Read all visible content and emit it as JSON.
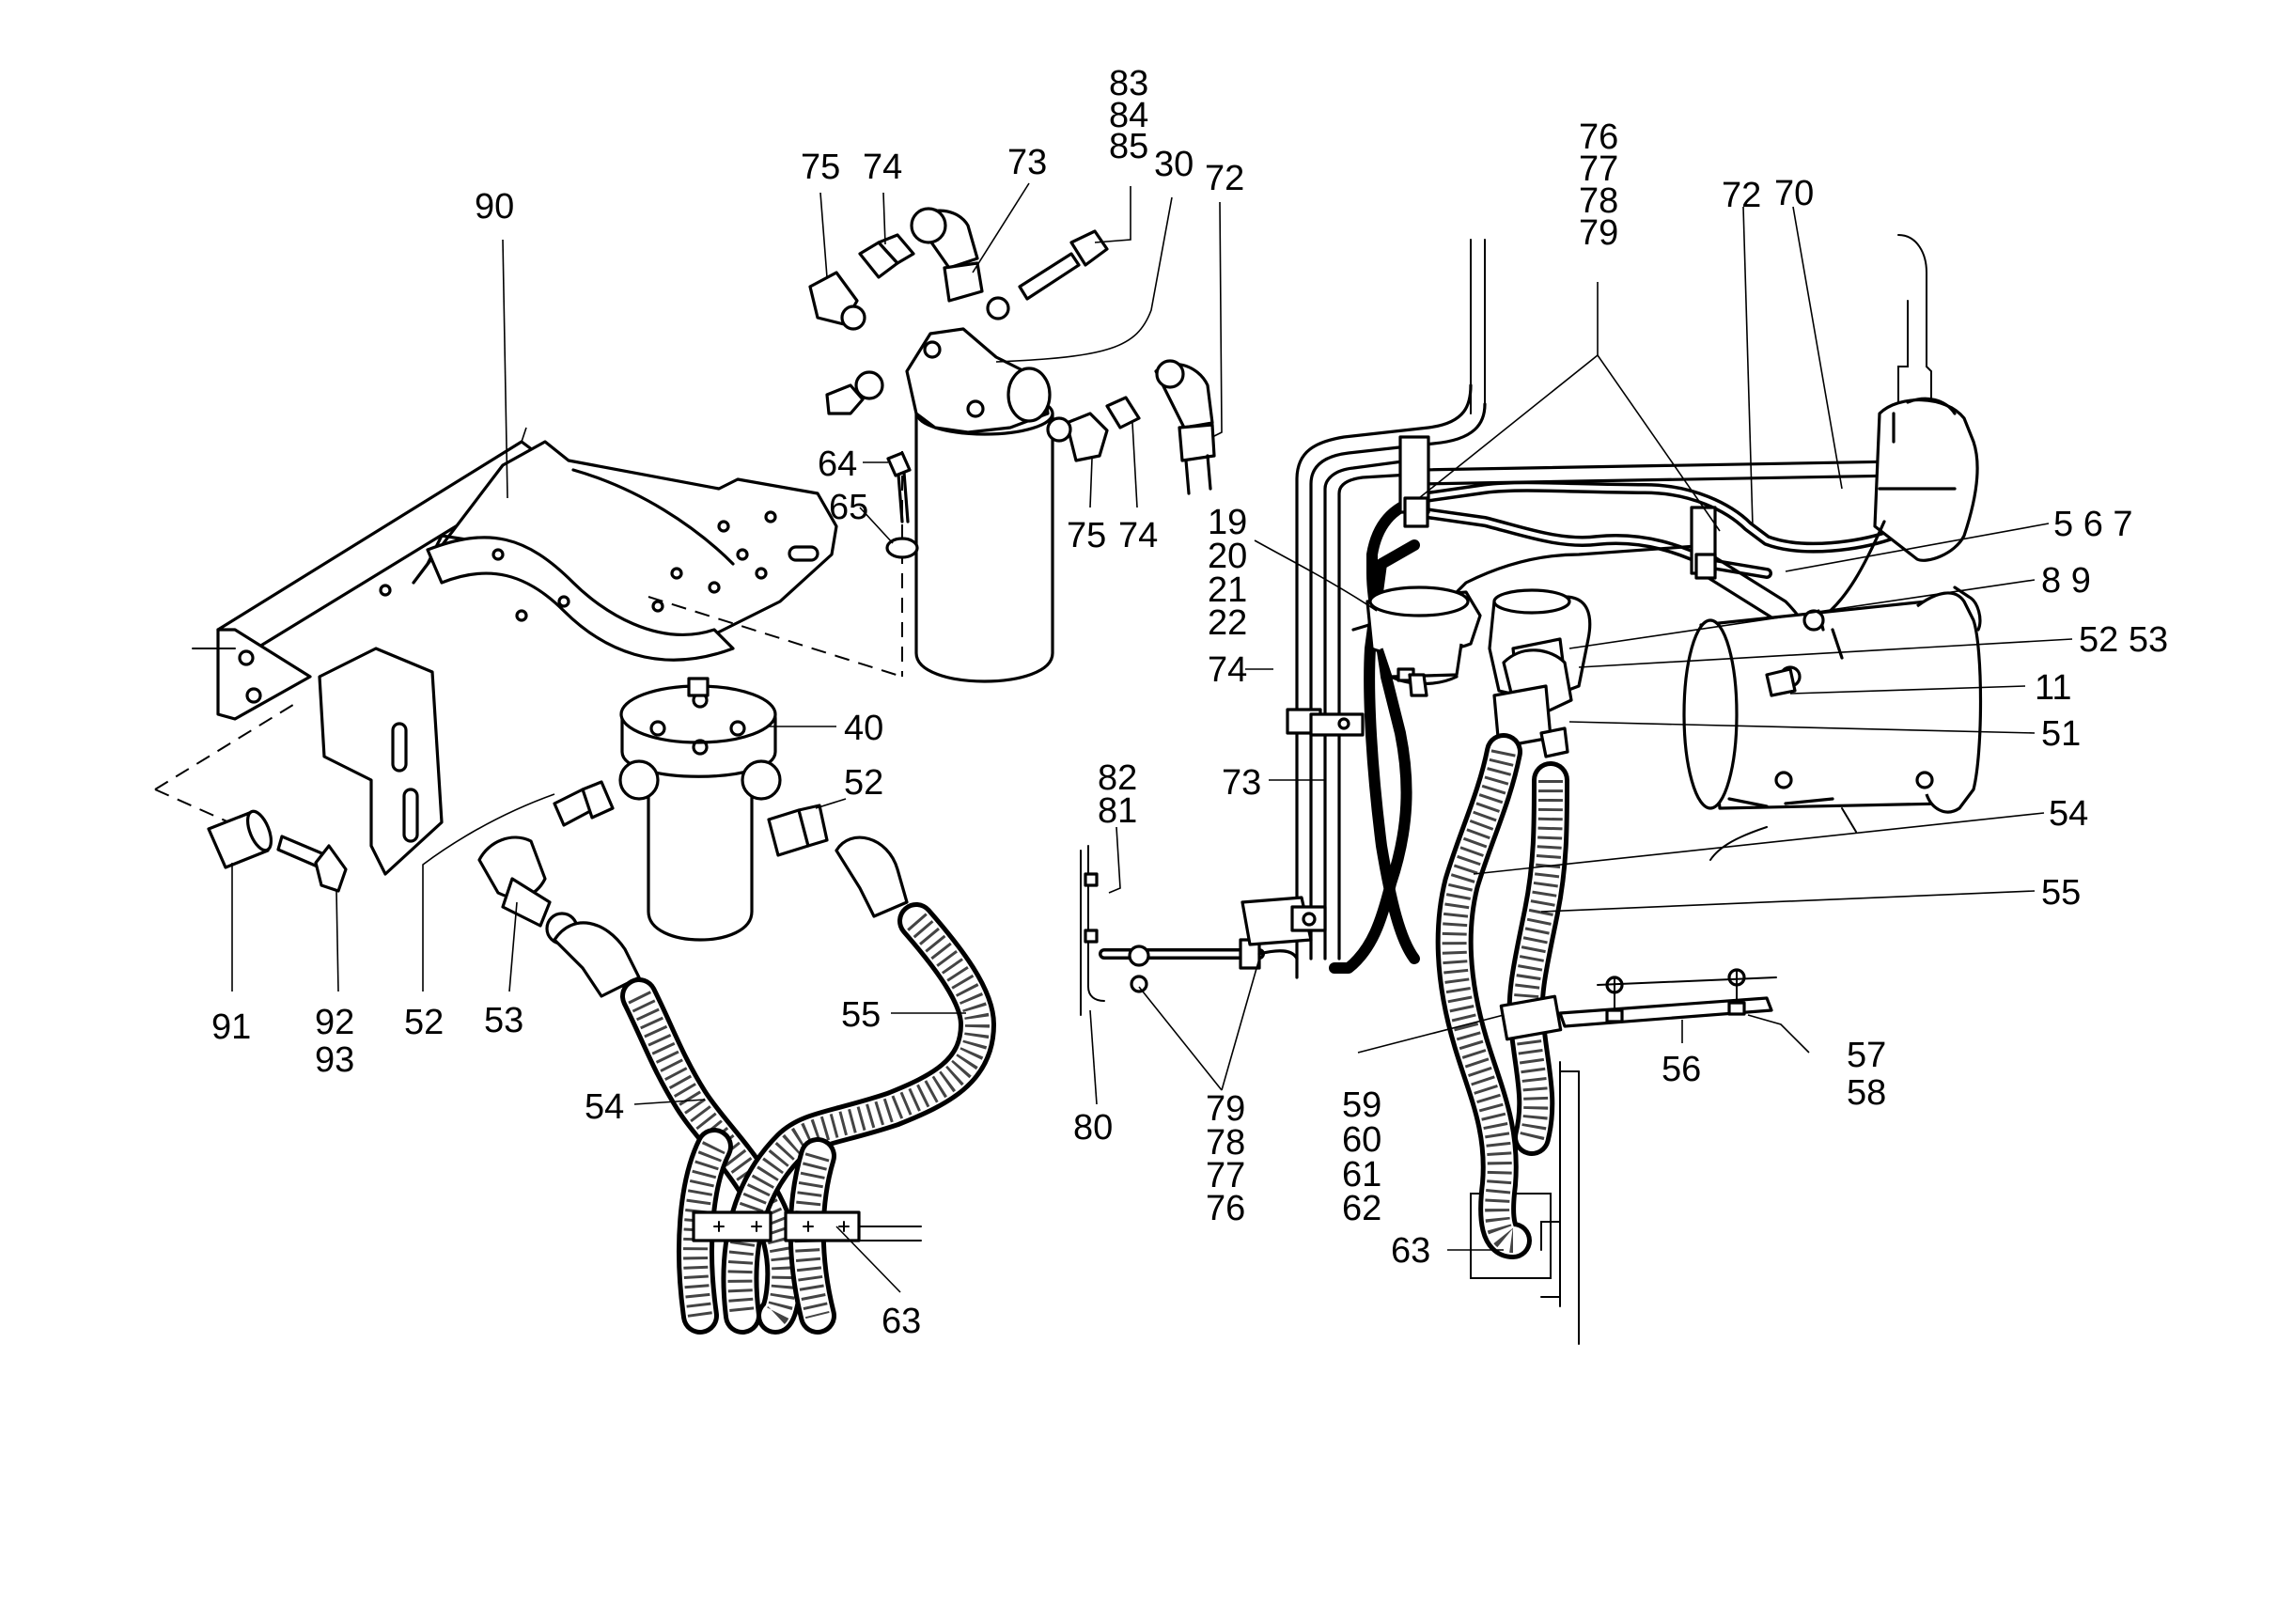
{
  "labels": {
    "l90": "90",
    "l91": "91",
    "l92": "92",
    "l93": "93",
    "l52a": "52",
    "l53a": "53",
    "l40": "40",
    "l52b": "52",
    "l55a": "55",
    "l54a": "54",
    "l63a": "63",
    "l64": "64",
    "l65": "65",
    "l75a": "75",
    "l74a": "74",
    "l73a": "73",
    "l83": "83",
    "l84": "84",
    "l85": "85",
    "l30": "30",
    "l72a": "72",
    "l75b": "75",
    "l74b": "74",
    "l76a": "76",
    "l77a": "77",
    "l78a": "78",
    "l79a": "79",
    "l72b": "72",
    "l70": "70",
    "l19": "19",
    "l20": "20",
    "l21": "21",
    "l22": "22",
    "l74c": "74",
    "l567": "5  6  7",
    "l89": "8  9",
    "l5253": "52 53",
    "l11": "11",
    "l51": "51",
    "l73b": "73",
    "l54b": "54",
    "l55b": "55",
    "l82": "82",
    "l81": "81",
    "l80": "80",
    "l79b": "79",
    "l78b": "78",
    "l77b": "77",
    "l76b": "76",
    "l56": "56",
    "l57": "57",
    "l58": "58",
    "l59": "59",
    "l60": "60",
    "l61": "61",
    "l62": "62",
    "l63b": "63"
  }
}
